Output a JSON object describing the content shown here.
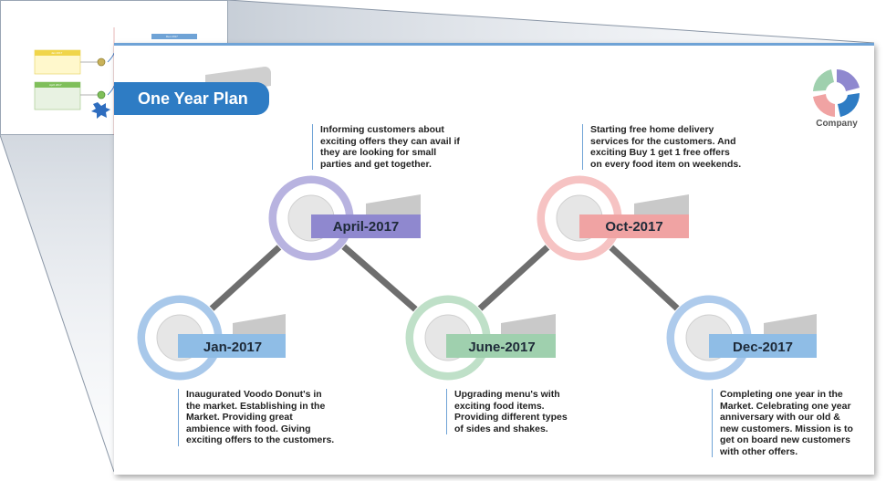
{
  "slide": {
    "title": "One Year Plan",
    "logo_label": "Company"
  },
  "thumbnail": {
    "items": [
      {
        "label": "Jan 2017"
      },
      {
        "label": "April 2017"
      }
    ],
    "top_label": "Dec 2017"
  },
  "milestones": [
    {
      "date": "Jan-2017",
      "color": "#a8c8ea",
      "label_color": "#8fbde6",
      "description": "Inaugurated Voodo Donut's in\nthe market. Establishing in the\nMarket. Providing great\nambience with food. Giving\nexciting offers to the customers."
    },
    {
      "date": "April-2017",
      "color": "#b8b3e0",
      "label_color": "#8f88cf",
      "description": "Informing customers about\nexciting offers they can avail if\nthey are looking for small\nparties and get together."
    },
    {
      "date": "June-2017",
      "color": "#bfe0c8",
      "label_color": "#9fd0ae",
      "description": "Upgrading menu's with\nexciting food items.\nProviding different types\nof sides and shakes."
    },
    {
      "date": "Oct-2017",
      "color": "#f6c3c3",
      "label_color": "#f0a3a3",
      "description": "Starting free home delivery\nservices for the customers. And\nexciting Buy 1 get 1 free offers\non every food item on weekends."
    },
    {
      "date": "Dec-2017",
      "color": "#aecbec",
      "label_color": "#8fbde6",
      "description": "Completing one year in the\nMarket. Celebrating one year\nanniversary with our old &\nnew customers. Mission is to\nget on board new customers\nwith other offers."
    }
  ]
}
